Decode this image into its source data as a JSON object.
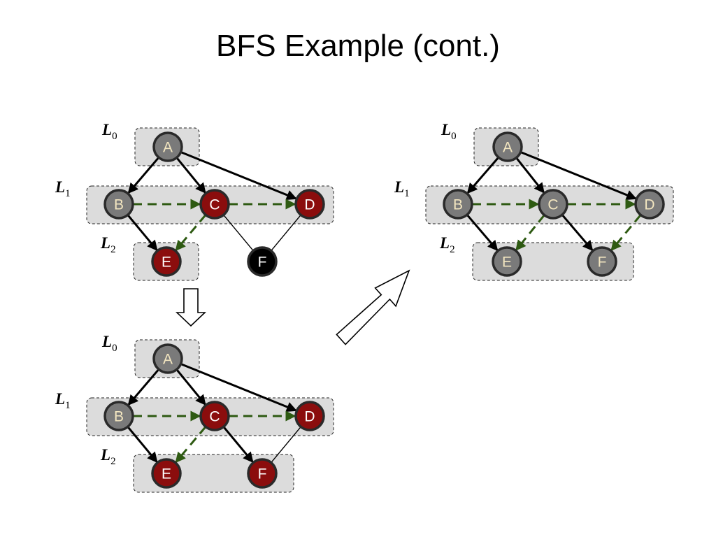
{
  "title": "BFS Example (cont.)",
  "colors": {
    "visited": "#7a7a7a",
    "frontier": "#8b0d0d",
    "unvisited": "#000000",
    "visited_text": "#f3e6c0",
    "label_text": "#ffffff",
    "cross_edge": "#2e5a12",
    "level_box": "#dcdcdc"
  },
  "level_label": {
    "letter": "L",
    "levels": [
      "0",
      "1",
      "2"
    ]
  },
  "panels": [
    {
      "id": "panel-top-left",
      "nodes": [
        {
          "id": "A",
          "label": "A",
          "state": "visited"
        },
        {
          "id": "B",
          "label": "B",
          "state": "visited"
        },
        {
          "id": "C",
          "label": "C",
          "state": "frontier"
        },
        {
          "id": "D",
          "label": "D",
          "state": "frontier"
        },
        {
          "id": "E",
          "label": "E",
          "state": "frontier"
        },
        {
          "id": "F",
          "label": "F",
          "state": "unvisited"
        }
      ],
      "edges": [
        {
          "from": "A",
          "to": "B",
          "kind": "discovery"
        },
        {
          "from": "A",
          "to": "C",
          "kind": "discovery"
        },
        {
          "from": "A",
          "to": "D",
          "kind": "discovery"
        },
        {
          "from": "B",
          "to": "C",
          "kind": "cross"
        },
        {
          "from": "C",
          "to": "D",
          "kind": "cross"
        },
        {
          "from": "B",
          "to": "E",
          "kind": "discovery"
        },
        {
          "from": "C",
          "to": "E",
          "kind": "cross"
        },
        {
          "from": "C",
          "to": "F",
          "kind": "unexplored"
        },
        {
          "from": "D",
          "to": "F",
          "kind": "unexplored"
        }
      ]
    },
    {
      "id": "panel-bottom-left",
      "nodes": [
        {
          "id": "A",
          "label": "A",
          "state": "visited"
        },
        {
          "id": "B",
          "label": "B",
          "state": "visited"
        },
        {
          "id": "C",
          "label": "C",
          "state": "frontier"
        },
        {
          "id": "D",
          "label": "D",
          "state": "frontier"
        },
        {
          "id": "E",
          "label": "E",
          "state": "frontier"
        },
        {
          "id": "F",
          "label": "F",
          "state": "frontier"
        }
      ],
      "edges": [
        {
          "from": "A",
          "to": "B",
          "kind": "discovery"
        },
        {
          "from": "A",
          "to": "C",
          "kind": "discovery"
        },
        {
          "from": "A",
          "to": "D",
          "kind": "discovery"
        },
        {
          "from": "B",
          "to": "C",
          "kind": "cross"
        },
        {
          "from": "C",
          "to": "D",
          "kind": "cross"
        },
        {
          "from": "B",
          "to": "E",
          "kind": "discovery"
        },
        {
          "from": "C",
          "to": "E",
          "kind": "cross"
        },
        {
          "from": "C",
          "to": "F",
          "kind": "discovery"
        },
        {
          "from": "D",
          "to": "F",
          "kind": "unexplored"
        }
      ]
    },
    {
      "id": "panel-right",
      "nodes": [
        {
          "id": "A",
          "label": "A",
          "state": "visited"
        },
        {
          "id": "B",
          "label": "B",
          "state": "visited"
        },
        {
          "id": "C",
          "label": "C",
          "state": "visited"
        },
        {
          "id": "D",
          "label": "D",
          "state": "visited"
        },
        {
          "id": "E",
          "label": "E",
          "state": "visited"
        },
        {
          "id": "F",
          "label": "F",
          "state": "visited"
        }
      ],
      "edges": [
        {
          "from": "A",
          "to": "B",
          "kind": "discovery"
        },
        {
          "from": "A",
          "to": "C",
          "kind": "discovery"
        },
        {
          "from": "A",
          "to": "D",
          "kind": "discovery"
        },
        {
          "from": "B",
          "to": "C",
          "kind": "cross"
        },
        {
          "from": "C",
          "to": "D",
          "kind": "cross"
        },
        {
          "from": "B",
          "to": "E",
          "kind": "discovery"
        },
        {
          "from": "C",
          "to": "E",
          "kind": "cross"
        },
        {
          "from": "C",
          "to": "F",
          "kind": "discovery"
        },
        {
          "from": "D",
          "to": "F",
          "kind": "cross"
        }
      ]
    }
  ]
}
